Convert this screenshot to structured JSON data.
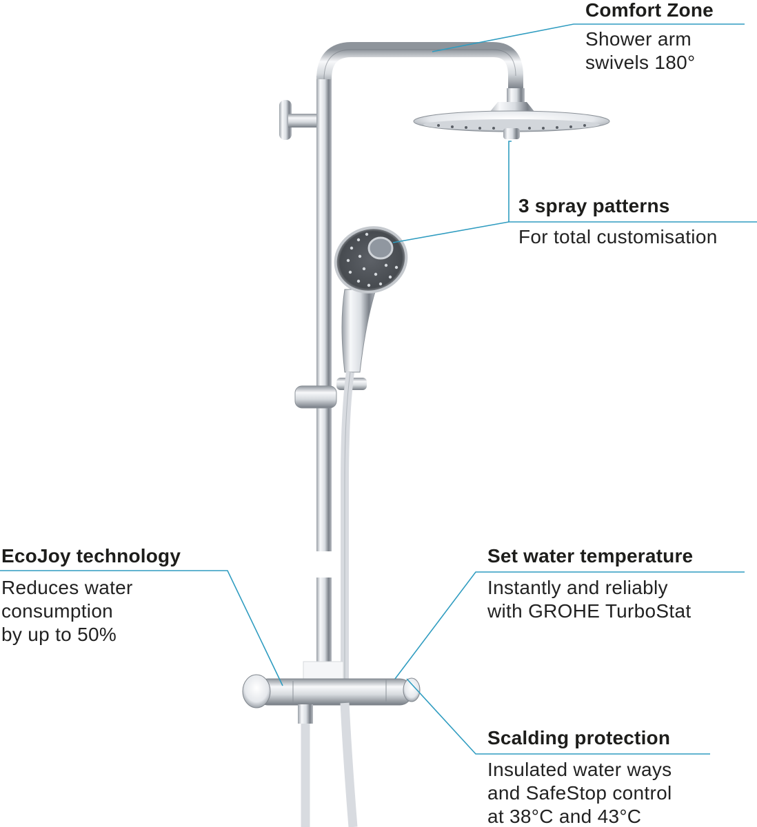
{
  "colors": {
    "leader_line": "#2f9cc0",
    "text": "#1d1d1b",
    "chrome_light": "#f2f4f6",
    "chrome_mid": "#c8ccd2",
    "chrome_dark": "#6e747b"
  },
  "callouts": {
    "comfort_zone": {
      "title": "Comfort Zone",
      "description": "Shower arm\nswivels 180°"
    },
    "spray_patterns": {
      "title": "3 spray patterns",
      "description": "For total customisation"
    },
    "ecojoy": {
      "title": "EcoJoy technology",
      "description": "Reduces water\nconsumption\nby up to 50%"
    },
    "water_temperature": {
      "title": "Set water temperature",
      "description": "Instantly and reliably\nwith GROHE TurboStat"
    },
    "scalding_protection": {
      "title": "Scalding protection",
      "description": "Insulated water ways\nand SafeStop control\nat 38°C and 43°C"
    }
  }
}
